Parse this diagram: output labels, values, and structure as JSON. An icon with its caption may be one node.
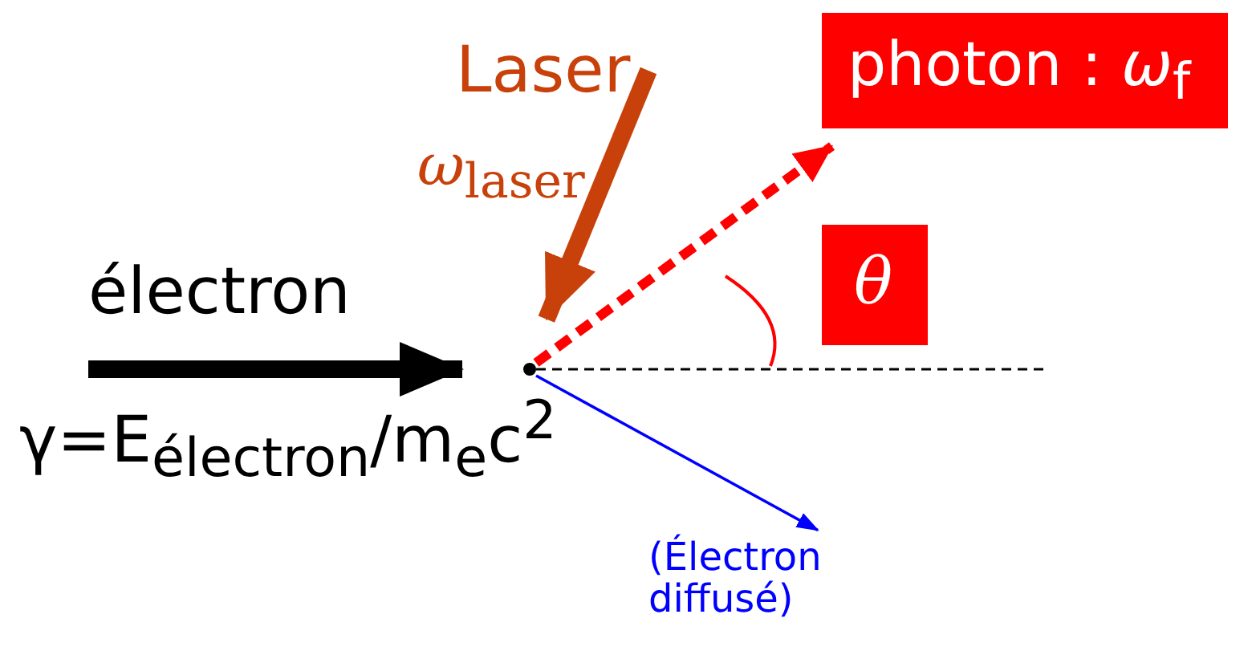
{
  "diagram": {
    "nodes": [
      {
        "text": [
          "Laser",
          "*ω*$_{laser}$"
        ]
      },
      {
        "text": [
          "photon : *ω*$_{f}$"
        ]
      },
      {
        "text": [],
        "shape": "circle"
      },
      {
        "text": [
          "(Électron diffusé)"
        ]
      },
      {
        "text": [
          "θ"
        ]
      }
    ],
    "edges": [
      {
        "from": 0,
        "to": 2,
        "arrow": "to",
        "style": "thick",
        "color": "#c8400a"
      },
      {
        "from": null,
        "to": 2,
        "arrow": "to",
        "style": "thick",
        "color": "#000000"
      },
      {
        "from": 2,
        "to": 1,
        "arrow": "to",
        "style": "dashed",
        "color": "#ff0000"
      },
      {
        "from": 2,
        "to": 3,
        "arrow": "to",
        "color": "#0000ff"
      }
    ],
    "labels": [
      "électron",
      "γ=E$_{électron}$/m$_{e}$c$^{2}$"
    ]
  }
}
